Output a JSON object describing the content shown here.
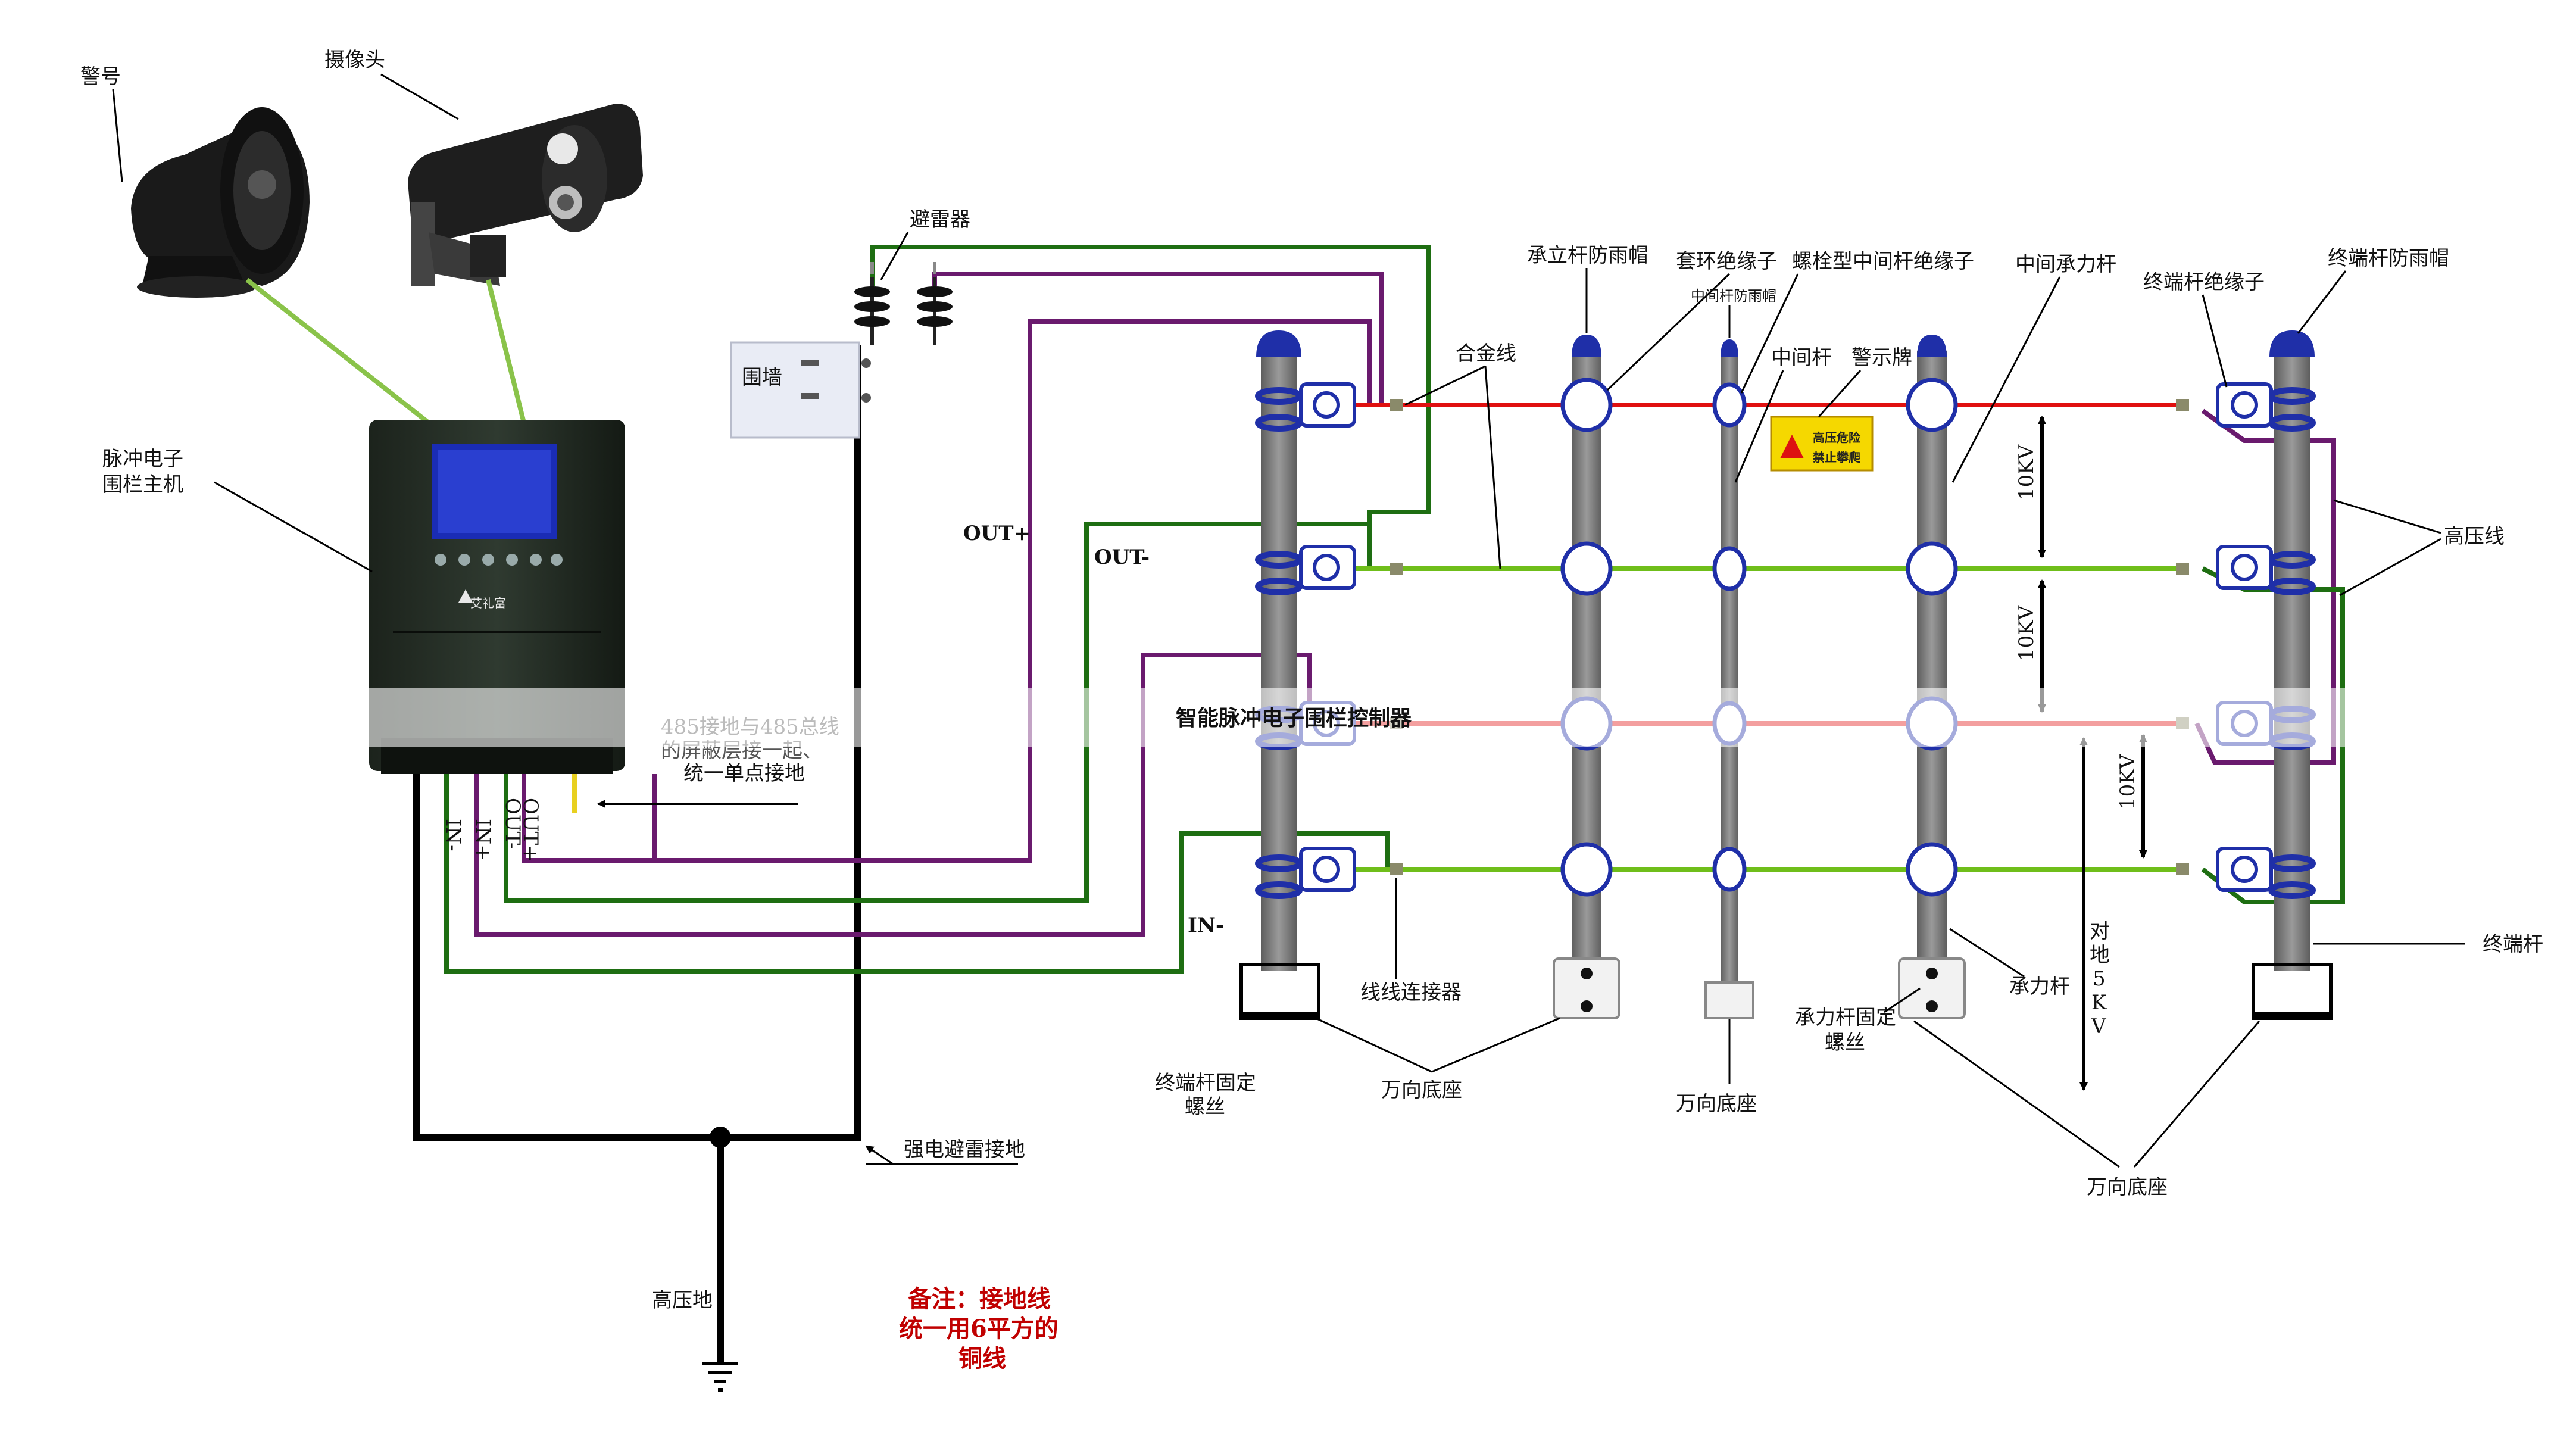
{
  "title": "智能脉冲电子围栏控制器",
  "labels": {
    "siren": "警号",
    "camera": "摄像头",
    "host": "脉冲电子\n围栏主机",
    "arrester": "避雷器",
    "wall": "围墙",
    "out_plus": "OUT+",
    "out_minus": "OUT-",
    "in_minus": "IN-",
    "in_minus_2": "IN-",
    "term_out_plus": "OUT+",
    "term_out_minus": "OUT-",
    "term_in_plus": "IN+",
    "term_in_minus": "IN-",
    "shield_note": "485接地与485总线\n的屏蔽层接一起、\n统一单点接地",
    "lightning_ground": "强电避雷接地",
    "hv_ground": "高压地",
    "note": "备注：接地线\n统一用6平方的\n铜线",
    "standing_cap": "承立杆防雨帽",
    "ring_insulator": "套环绝缘子",
    "bolt_insulator": "螺栓型中间杆绝缘子",
    "mid_pole_cap": "中间杆防雨帽",
    "middle_pole": "中间杆",
    "warning_sign": "警示牌",
    "alloy_wire": "合金线",
    "mid_tension_pole": "中间承力杆",
    "end_insulator": "终端杆绝缘子",
    "end_cap": "终端杆防雨帽",
    "hv_wire": "高压线",
    "end_pole": "终端杆",
    "tension_pole": "承力杆",
    "tension_screw": "承力杆固定\n螺丝",
    "end_screw": "终端杆固定\n螺丝",
    "connector": "线线连接器",
    "base_1": "万向底座",
    "base_2": "万向底座",
    "base_3": "万向底座",
    "kv_1": "10KV",
    "kv_2": "10KV",
    "kv_3": "10KV",
    "ground_5kv": "对\n地\n5\nK\nV",
    "sign_text_1": "高压危险",
    "sign_text_2": "禁止攀爬",
    "brand": "艾礼富"
  },
  "colors": {
    "red_wire": "#e01010",
    "green_wire": "#6fbe1a",
    "dark_green": "#1e6e12",
    "purple": "#6a1a6e",
    "pole": "#7d7d7d",
    "insulator": "#1f2fa8",
    "ground": "#000000",
    "note_red": "#c00000"
  },
  "icons": [
    "siren-icon",
    "camera-icon",
    "lightning-arrester-icon",
    "ground-symbol-icon",
    "warning-triangle-icon"
  ]
}
